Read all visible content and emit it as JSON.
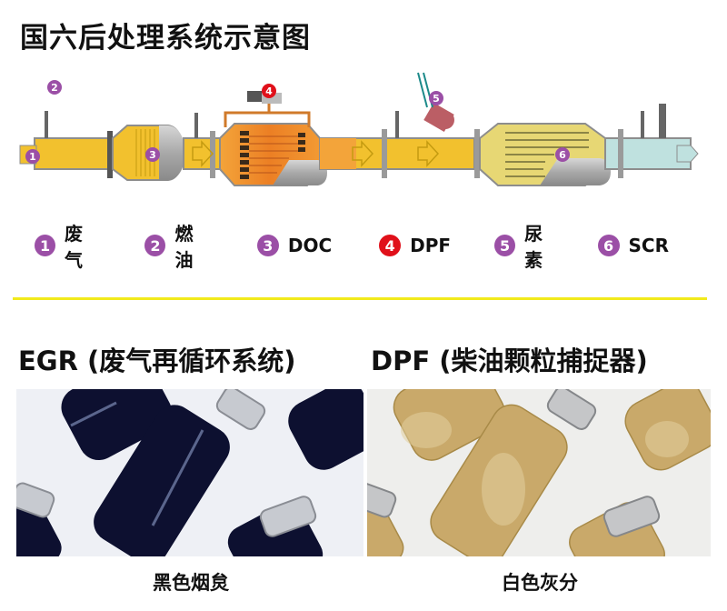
{
  "title": "国六后处理系统示意图",
  "diagram": {
    "markers": [
      {
        "number": "1",
        "label": "废气",
        "color": "#9b4fa6"
      },
      {
        "number": "2",
        "label": "燃油",
        "color": "#9b4fa6"
      },
      {
        "number": "3",
        "label": "DOC",
        "color": "#9b4fa6"
      },
      {
        "number": "4",
        "label": "DPF",
        "color": "#e0101a"
      },
      {
        "number": "5",
        "label": "尿素",
        "color": "#9b4fa6"
      },
      {
        "number": "6",
        "label": "SCR",
        "color": "#9b4fa6"
      }
    ],
    "colors": {
      "exhaust_yellow": "#f2c12e",
      "dpf_orange": "#ee8a2a",
      "scr_yellow": "#e7d774",
      "clean_blue": "#bfe1df",
      "pipe_gray": "#9a9a9a"
    }
  },
  "divider_color": "#f2ea1c",
  "sections": [
    {
      "title": "EGR (废气再循环系统)",
      "caption": "黑色烟炱",
      "photo": "black-soot-vials"
    },
    {
      "title": "DPF (柴油颗粒捕捉器)",
      "caption": "白色灰分",
      "photo": "white-ash-vials"
    }
  ]
}
